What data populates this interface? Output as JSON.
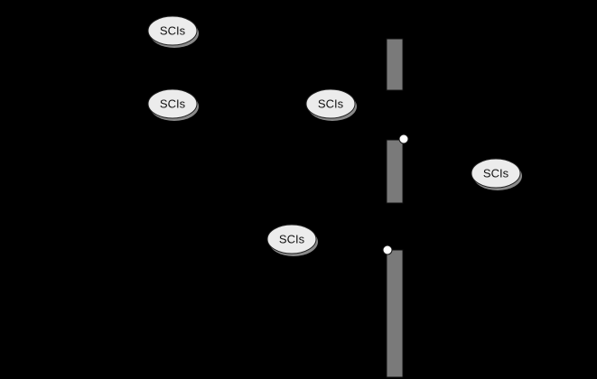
{
  "colors": {
    "background": "#000000",
    "ellipse_fill": "#ececec",
    "ellipse_stroke": "#222222",
    "ellipse_shadow": "#8a8a8a",
    "bar_fill": "#7a7a7a",
    "bar_stroke": "#111111",
    "marker_fill": "#ffffff"
  },
  "nodes": [
    {
      "id": "sci-1",
      "label": "SCIs"
    },
    {
      "id": "sci-2",
      "label": "SCIs"
    },
    {
      "id": "sci-3",
      "label": "SCIs"
    },
    {
      "id": "sci-4",
      "label": "SCIs"
    },
    {
      "id": "sci-5",
      "label": "SCIs"
    }
  ]
}
